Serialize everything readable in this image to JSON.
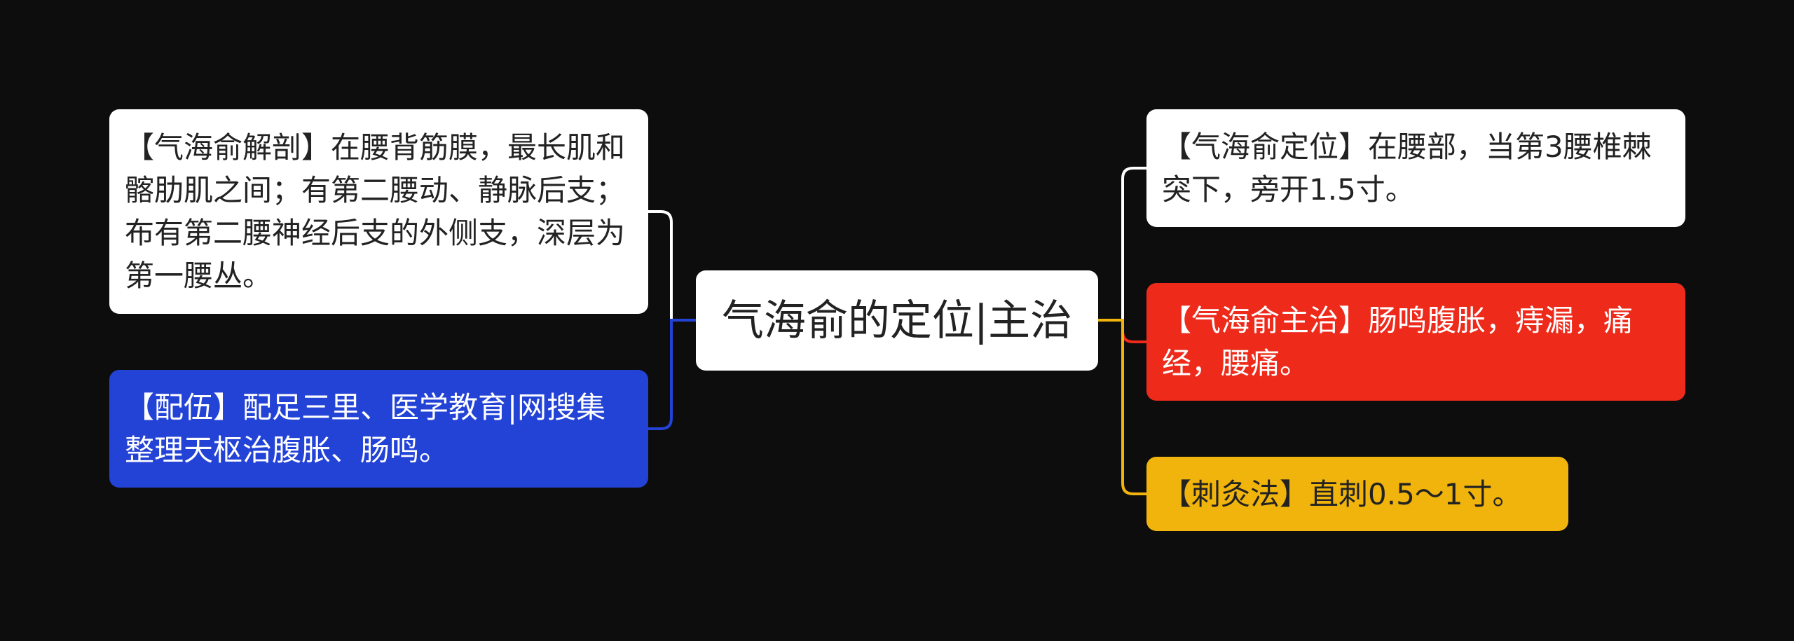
{
  "colors": {
    "background": "#0d0d0d",
    "center": "#ffffff",
    "anatomy": "#ffffff",
    "combination": "#2342d6",
    "location": "#ffffff",
    "indication": "#ee2a1b",
    "acupuncture": "#f0b40c"
  },
  "mindmap": {
    "center": {
      "text": "气海俞的定位|主治"
    },
    "left": [
      {
        "id": "anatomy",
        "text": "【气海俞解剖】在腰背筋膜，最长肌和髂肋肌之间；有第二腰动、静脉后支；布有第二腰神经后支的外侧支，深层为第一腰丛。"
      },
      {
        "id": "combination",
        "text": "【配伍】配足三里、医学教育|网搜集整理天枢治腹胀、肠鸣。"
      }
    ],
    "right": [
      {
        "id": "location",
        "text": "【气海俞定位】在腰部，当第3腰椎棘突下，旁开1.5寸。"
      },
      {
        "id": "indication",
        "text": "【气海俞主治】肠鸣腹胀，痔漏，痛经，腰痛。"
      },
      {
        "id": "acupuncture",
        "text": "【刺灸法】直刺0.5～1寸。"
      }
    ]
  }
}
